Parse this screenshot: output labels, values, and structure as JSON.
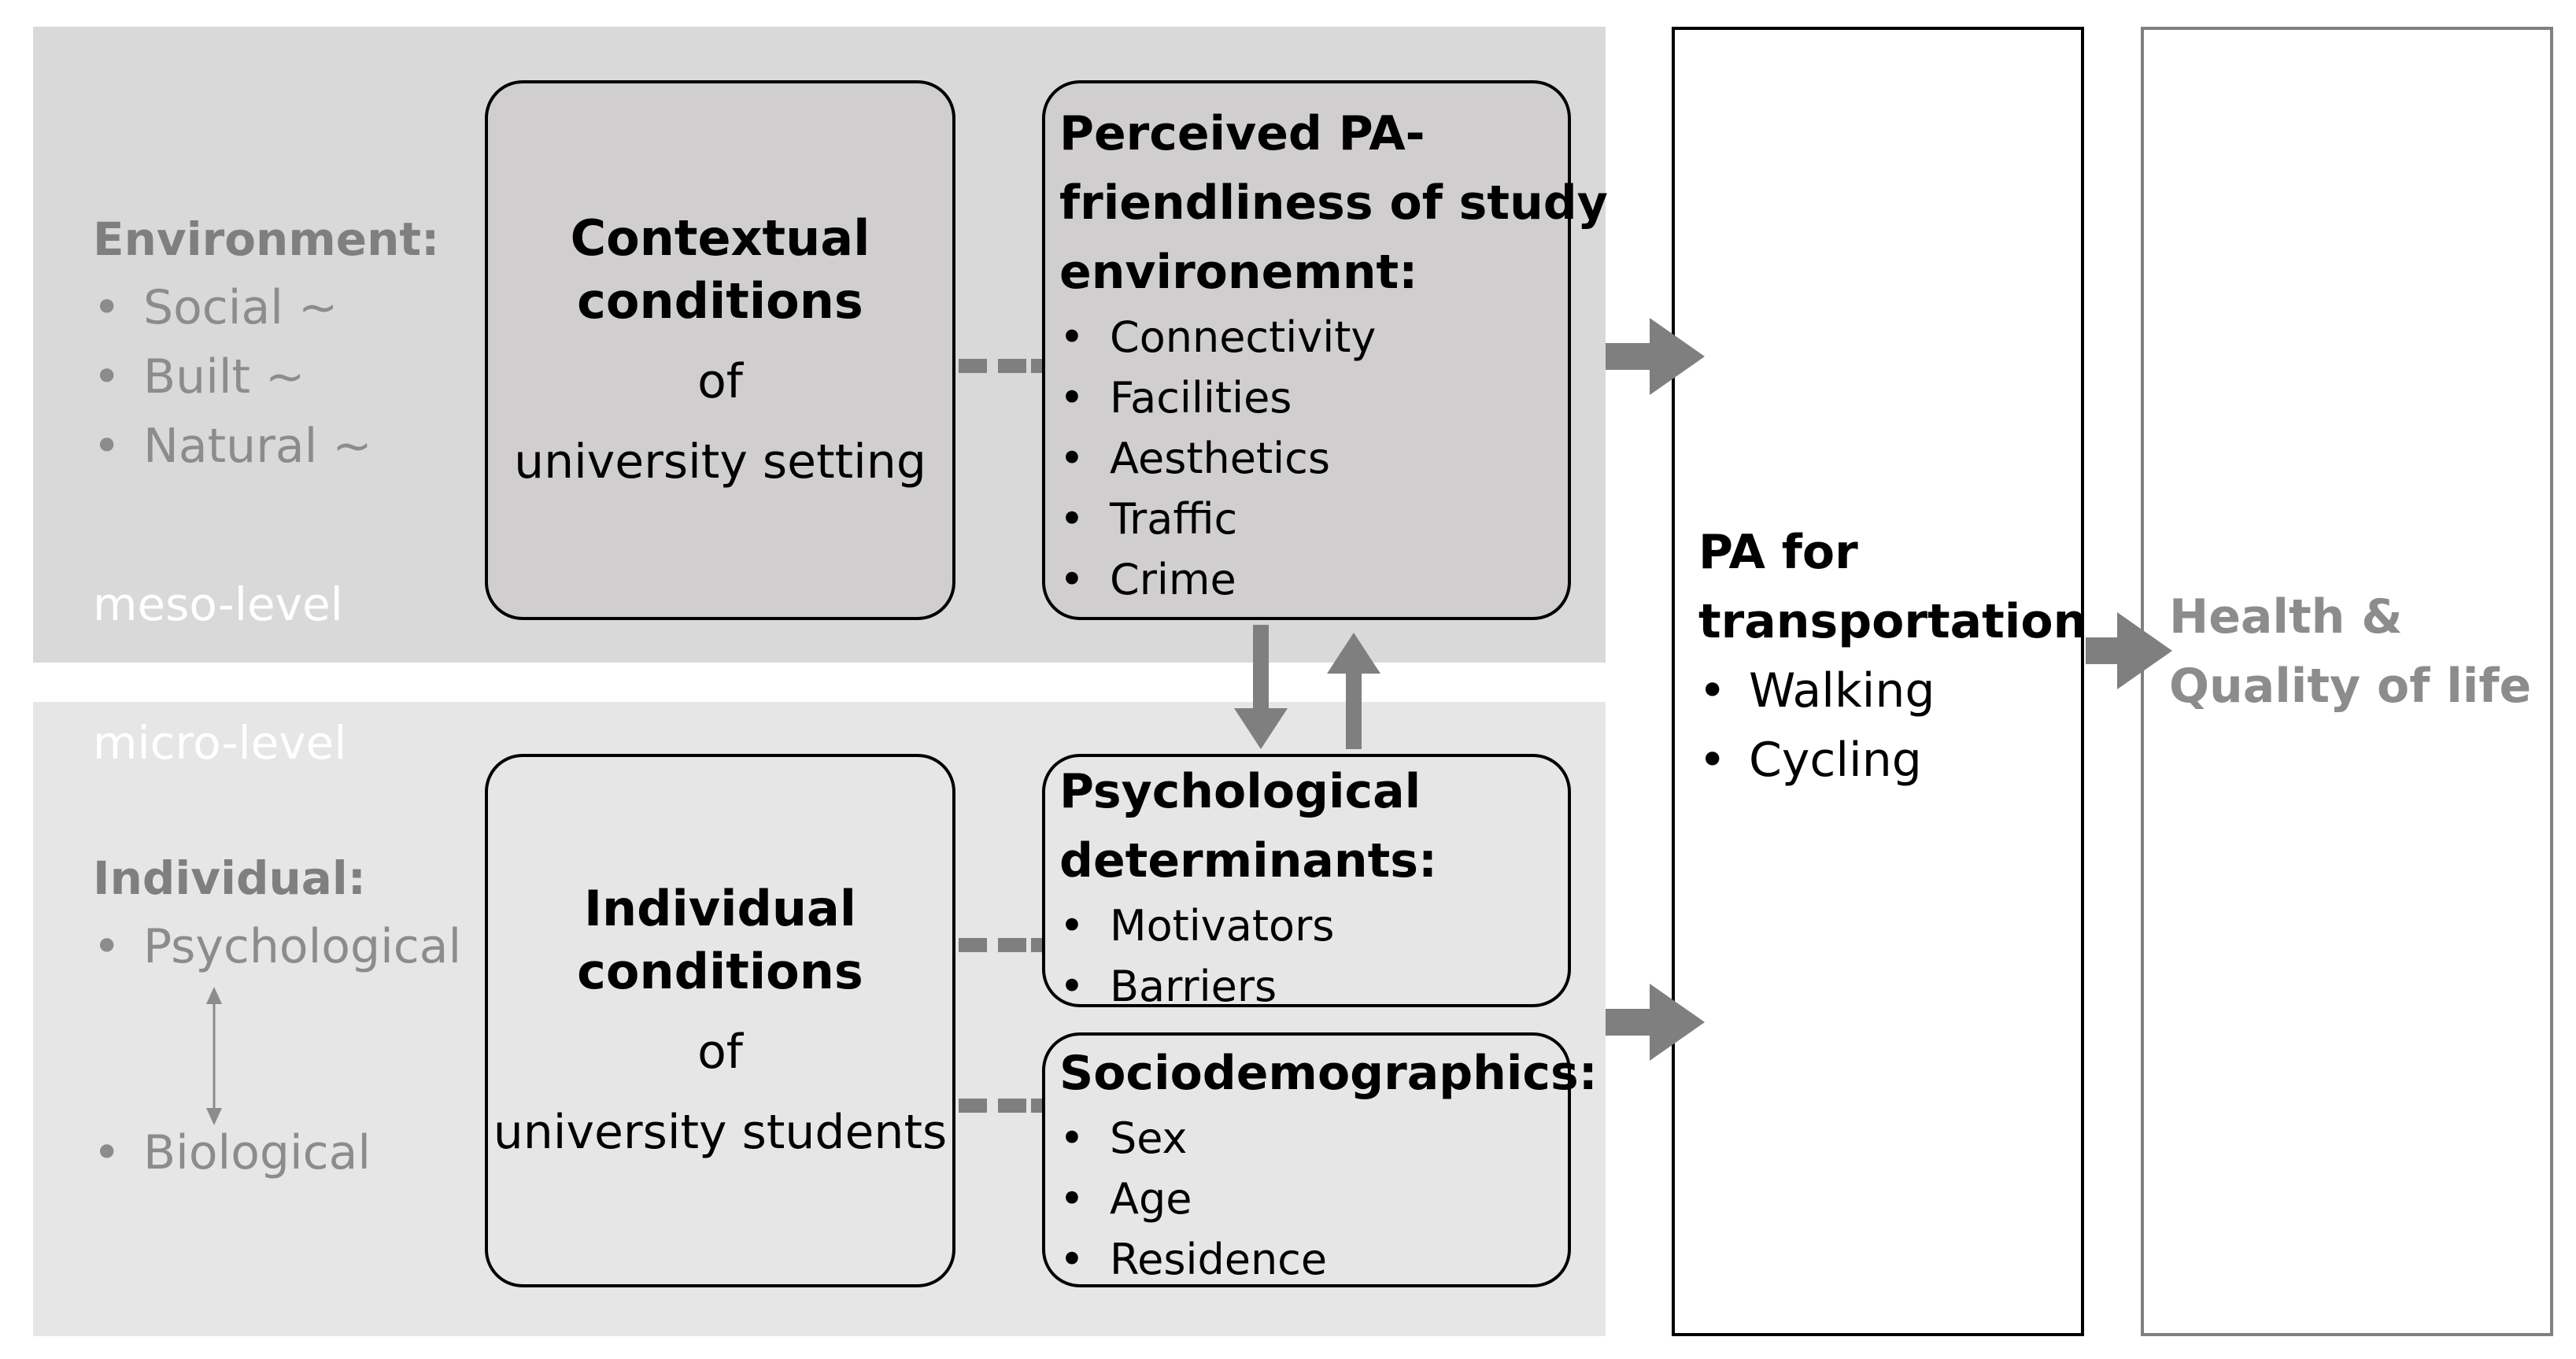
{
  "meso": {
    "level_label": "meso-level",
    "heading": "Environment:",
    "factors": [
      "Social ~",
      "Built ~",
      "Natural ~"
    ],
    "condition_box": {
      "title_line1": "Contextual",
      "title_line2": "conditions",
      "of": "of",
      "subject": "university setting"
    },
    "determinant_box": {
      "title_line1": "Perceived PA-",
      "title_line2": "friendliness of study",
      "title_line3": "environemnt:",
      "items": [
        "Connectivity",
        "Facilities",
        "Aesthetics",
        "Traffic",
        "Crime"
      ]
    }
  },
  "micro": {
    "level_label": "micro-level",
    "heading": "Individual:",
    "factors": [
      "Psychological",
      "Biological"
    ],
    "condition_box": {
      "title_line1": "Individual",
      "title_line2": "conditions",
      "of": "of",
      "subject": "university students"
    },
    "psych_box": {
      "title_line1": "Psychological",
      "title_line2": "determinants:",
      "items": [
        "Motivators",
        "Barriers"
      ]
    },
    "socio_box": {
      "title": "Sociodemographics:",
      "items": [
        "Sex",
        "Age",
        "Residence"
      ]
    }
  },
  "outcome": {
    "title_line1": "PA for",
    "title_line2": "transportation",
    "items": [
      "Walking",
      "Cycling"
    ]
  },
  "final": {
    "title_line1": "Health &",
    "title_line2": "Quality of life"
  },
  "colors": {
    "meso_band": "#d9d9d9",
    "micro_band": "#e7e6e6",
    "arrow": "#7f7f7f",
    "faded_text": "#8c8c8c"
  }
}
